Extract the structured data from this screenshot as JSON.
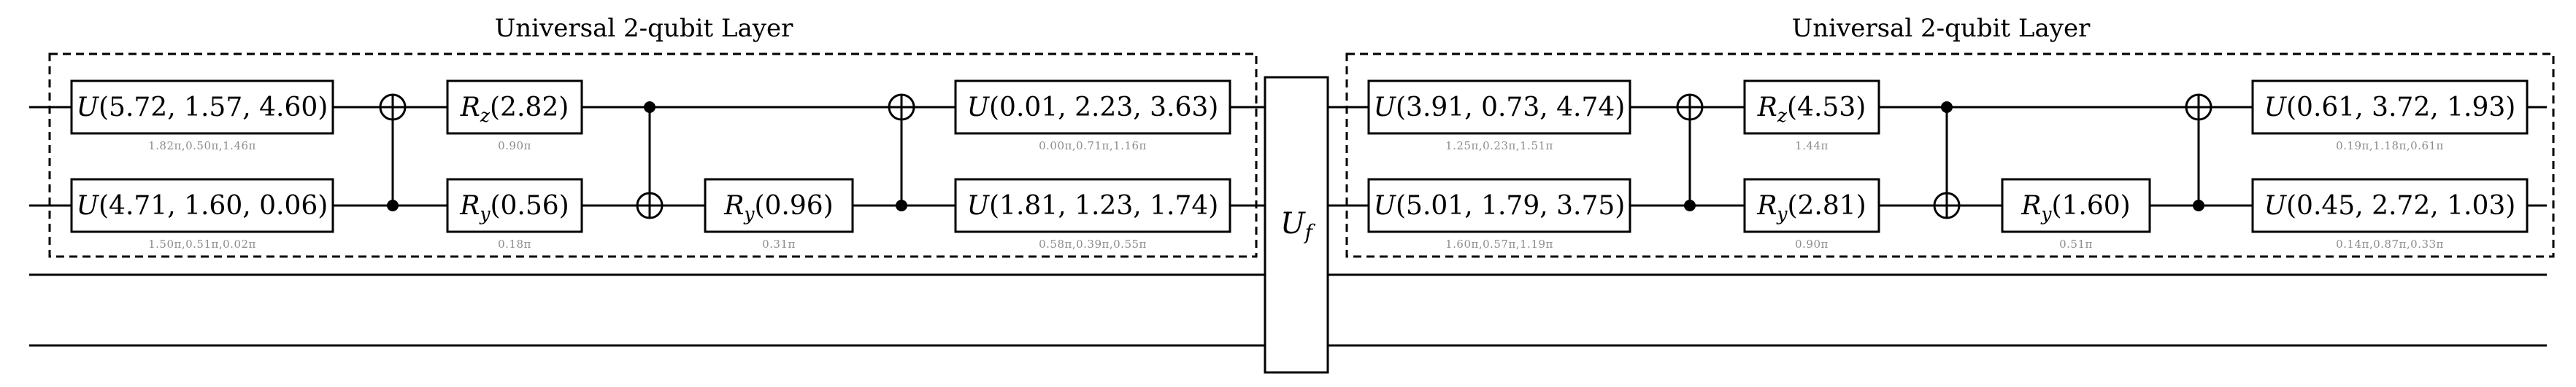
{
  "layers": [
    {
      "title": "Universal 2-qubit Layer",
      "gates": {
        "u_top_in": {
          "name": "U",
          "args": "(5.72, 1.57, 4.60)",
          "note": "1.82π,0.50π,1.46π"
        },
        "u_bot_in": {
          "name": "U",
          "args": "(4.71, 1.60, 0.06)",
          "note": "1.50π,0.51π,0.02π"
        },
        "rz": {
          "name": "R",
          "sub": "z",
          "args": "(2.82)",
          "note": "0.90π"
        },
        "ry1": {
          "name": "R",
          "sub": "y",
          "args": "(0.56)",
          "note": "0.18π"
        },
        "ry2": {
          "name": "R",
          "sub": "y",
          "args": "(0.96)",
          "note": "0.31π"
        },
        "u_top_out": {
          "name": "U",
          "args": "(0.01, 2.23, 3.63)",
          "note": "0.00π,0.71π,1.16π"
        },
        "u_bot_out": {
          "name": "U",
          "args": "(1.81, 1.23, 1.74)",
          "note": "0.58π,0.39π,0.55π"
        }
      }
    },
    {
      "title": "Universal 2-qubit Layer",
      "gates": {
        "u_top_in": {
          "name": "U",
          "args": "(3.91, 0.73, 4.74)",
          "note": "1.25π,0.23π,1.51π"
        },
        "u_bot_in": {
          "name": "U",
          "args": "(5.01, 1.79, 3.75)",
          "note": "1.60π,0.57π,1.19π"
        },
        "rz": {
          "name": "R",
          "sub": "z",
          "args": "(4.53)",
          "note": "1.44π"
        },
        "ry1": {
          "name": "R",
          "sub": "y",
          "args": "(2.81)",
          "note": "0.90π"
        },
        "ry2": {
          "name": "R",
          "sub": "y",
          "args": "(1.60)",
          "note": "0.51π"
        },
        "u_top_out": {
          "name": "U",
          "args": "(0.61, 3.72, 1.93)",
          "note": "0.19π,1.18π,0.61π"
        },
        "u_bot_out": {
          "name": "U",
          "args": "(0.45, 2.72, 1.03)",
          "note": "0.14π,0.87π,0.33π"
        }
      }
    }
  ],
  "oracle": {
    "name": "U",
    "sub": "f"
  }
}
